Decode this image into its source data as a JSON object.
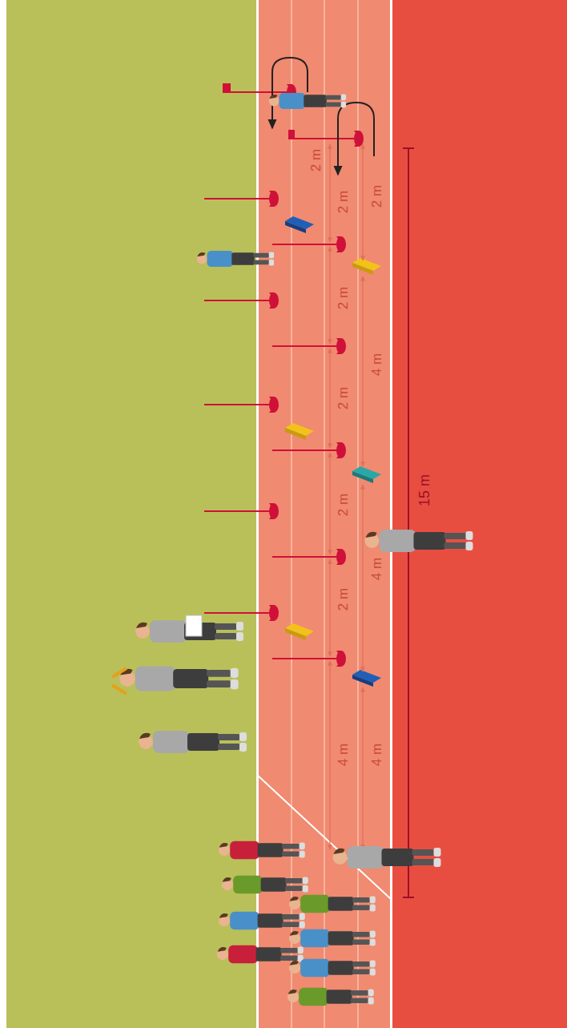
{
  "diagram": {
    "labels": [
      "2 m",
      "2 m",
      "2 m",
      "2 m",
      "2 m",
      "2 m",
      "2 m",
      "4 m",
      "4 m",
      "4 m",
      "4 m",
      "15 m"
    ]
  }
}
